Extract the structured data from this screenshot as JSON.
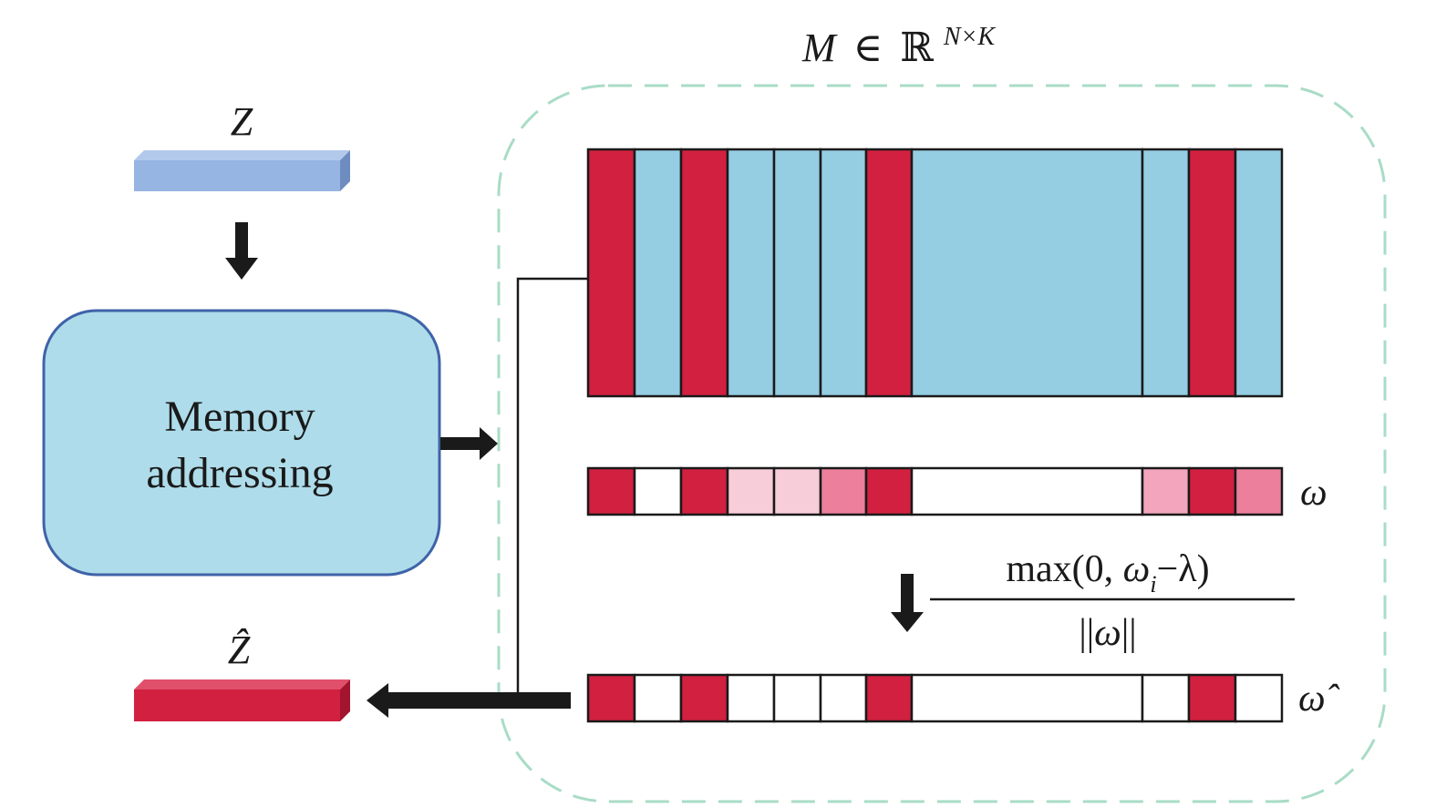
{
  "labels": {
    "memory_title_M": "M",
    "memory_title_in": "∈",
    "memory_title_R": "ℝ",
    "memory_title_sup": "N×K",
    "input_label": "Z",
    "output_label": "Ẑ",
    "module_line1": "Memory",
    "module_line2": "addressing",
    "weights_label": "ω",
    "sparse_weights_label": "ω̂",
    "formula_numerator_prefix": "max(0, ",
    "formula_omega": "ω",
    "formula_sub": "i",
    "formula_numerator_suffix": "−λ)",
    "formula_denominator_left": "||",
    "formula_denominator_omega": "ω",
    "formula_denominator_right": "||"
  },
  "colors": {
    "memory_active": "#d12040",
    "memory_inactive": "#95cde3",
    "weight_none": "#ffffff",
    "weight_low": "#f7cdd9",
    "weight_mid": "#f2a5bc",
    "weight_midhigh": "#eb7f9c",
    "weight_high": "#d12040",
    "input_vector": "#97b5e3",
    "output_vector": "#d12040",
    "module_fill": "#aedcea",
    "module_border": "#3f63a8",
    "dashed_border": "#a9dcc6",
    "arrow": "#1a1a1a"
  },
  "memory_slots": [
    "active",
    "inactive",
    "active",
    "inactive",
    "inactive",
    "inactive",
    "active",
    "inactive",
    "inactive",
    "active",
    "inactive"
  ],
  "weights": [
    "high",
    "none",
    "high",
    "low",
    "low",
    "midhigh",
    "high",
    "none",
    "mid",
    "high",
    "midhigh"
  ],
  "sparse_weights": [
    "high",
    "none",
    "high",
    "none",
    "none",
    "none",
    "high",
    "none",
    "none",
    "high",
    "none"
  ]
}
